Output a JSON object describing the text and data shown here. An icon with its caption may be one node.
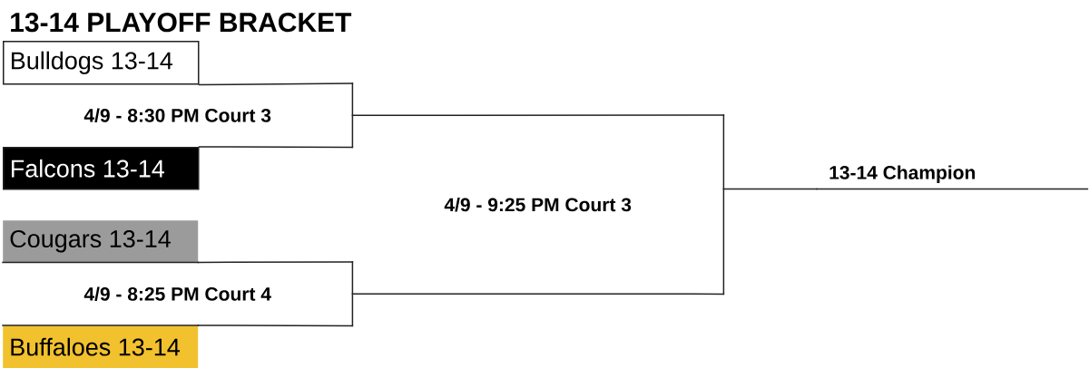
{
  "diagram": {
    "title": "13-14 PLAYOFF BRACKET",
    "nodes": [
      {
        "text": [
          "Bulldogs 13-14"
        ]
      },
      {
        "text": [
          "4/9 - 8:30 PM Court 3"
        ]
      },
      {
        "text": [
          "Falcons 13-14"
        ]
      },
      {
        "text": [
          "Cougars 13-14"
        ]
      },
      {
        "text": [
          "4/9 - 8:25 PM Court 4"
        ]
      },
      {
        "text": [
          "Buffaloes 13-14"
        ]
      },
      {
        "text": [
          "4/9 - 9:25 PM Court 3"
        ]
      },
      {
        "text": [
          "13-14 Champion"
        ]
      }
    ],
    "edges": [
      {
        "from": 0,
        "to": 1,
        "arrow": "none"
      },
      {
        "from": 2,
        "to": 1,
        "arrow": "none"
      },
      {
        "from": 3,
        "to": 4,
        "arrow": "none"
      },
      {
        "from": 5,
        "to": 4,
        "arrow": "none"
      },
      {
        "from": 1,
        "to": 6,
        "arrow": "none"
      },
      {
        "from": 4,
        "to": 6,
        "arrow": "none"
      },
      {
        "from": 6,
        "to": 7,
        "arrow": "none"
      }
    ]
  }
}
